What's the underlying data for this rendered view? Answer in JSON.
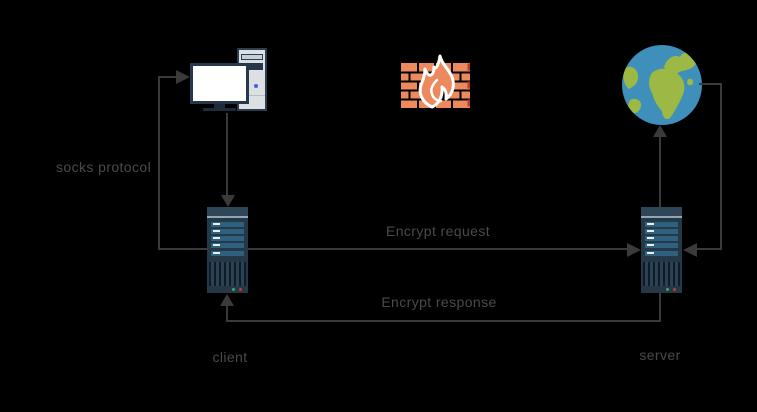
{
  "diagram": {
    "type": "network-architecture",
    "background_color": "#000000",
    "connector_color": "#3a3a3a",
    "label_color": "#4a4a4a",
    "labels": {
      "socks_protocol": "socks protocol",
      "encrypt_request": "Encrypt request",
      "encrypt_response": "Encrypt response",
      "client": "client",
      "server": "server"
    },
    "nodes": [
      {
        "id": "user-computer",
        "icon": "desktop-computer-icon",
        "label": ""
      },
      {
        "id": "firewall",
        "icon": "firewall-icon",
        "label": ""
      },
      {
        "id": "internet",
        "icon": "globe-icon",
        "label": ""
      },
      {
        "id": "client-proxy",
        "icon": "server-tower-icon",
        "label": "client"
      },
      {
        "id": "server-proxy",
        "icon": "server-tower-icon",
        "label": "server"
      }
    ],
    "connections": [
      {
        "from": "client-proxy",
        "to": "user-computer",
        "label": "socks protocol"
      },
      {
        "from": "user-computer",
        "to": "client-proxy",
        "label": ""
      },
      {
        "from": "client-proxy",
        "to": "server-proxy",
        "label": "Encrypt request"
      },
      {
        "from": "server-proxy",
        "to": "internet",
        "label": ""
      },
      {
        "from": "internet",
        "to": "server-proxy",
        "label": ""
      },
      {
        "from": "server-proxy",
        "to": "client-proxy",
        "label": "Encrypt response"
      }
    ],
    "colors": {
      "firewall_brick": "#ec8a5e",
      "firewall_accent_red": "#c0392b",
      "flame_outline": "#ffffff",
      "globe_ocean": "#3e8fba",
      "globe_land": "#9cb845",
      "tower_body": "#243848",
      "tower_cap": "#2e4658",
      "tower_bar": "#2e617f",
      "led_green": "#3fa863",
      "led_red": "#c23b3b",
      "computer_case": "#dce0e3",
      "outline_navy": "#2c3e50",
      "monitor_screen": "#ffffff",
      "power_button_blue": "#2f6bd6"
    }
  }
}
